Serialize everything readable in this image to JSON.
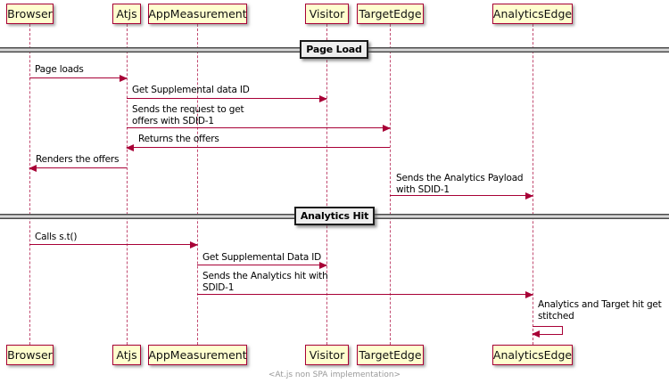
{
  "diagram": {
    "type": "sequence-diagram",
    "participants": [
      {
        "name": "Browser"
      },
      {
        "name": "Atjs"
      },
      {
        "name": "AppMeasurement"
      },
      {
        "name": "Visitor"
      },
      {
        "name": "TargetEdge"
      },
      {
        "name": "AnalyticsEdge"
      }
    ],
    "dividers": [
      {
        "label": "Page Load"
      },
      {
        "label": "Analytics Hit"
      }
    ],
    "messages": [
      {
        "from": "Browser",
        "to": "Atjs",
        "lines": [
          "Page loads"
        ]
      },
      {
        "from": "Atjs",
        "to": "Visitor",
        "lines": [
          "Get Supplemental data ID"
        ]
      },
      {
        "from": "Atjs",
        "to": "TargetEdge",
        "lines": [
          "Sends the request to get",
          "offers with SDID-1"
        ]
      },
      {
        "from": "TargetEdge",
        "to": "Atjs",
        "lines": [
          "Returns the offers"
        ]
      },
      {
        "from": "Atjs",
        "to": "Browser",
        "lines": [
          "Renders the offers"
        ]
      },
      {
        "from": "TargetEdge",
        "to": "AnalyticsEdge",
        "lines": [
          "Sends the Analytics Payload",
          "with SDID-1"
        ]
      },
      {
        "from": "Browser",
        "to": "AppMeasurement",
        "lines": [
          "Calls s.t()"
        ]
      },
      {
        "from": "AppMeasurement",
        "to": "Visitor",
        "lines": [
          "Get Supplemental Data ID"
        ]
      },
      {
        "from": "AppMeasurement",
        "to": "AnalyticsEdge",
        "lines": [
          "Sends the Analytics hit with",
          "SDID-1"
        ]
      },
      {
        "from": "AnalyticsEdge",
        "to": "AnalyticsEdge",
        "lines": [
          "Analytics and Target hit get",
          "stitched"
        ]
      }
    ],
    "footer": "<At.js non SPA implementation>",
    "colors": {
      "participant_fill": "#FEFECE",
      "participant_border": "#A80036",
      "arrow": "#A80036",
      "lifeline": "#A80036",
      "divider_label_bg": "#EEEEEE",
      "divider_line": "#4A4A4A",
      "footer_text": "#999999"
    }
  }
}
